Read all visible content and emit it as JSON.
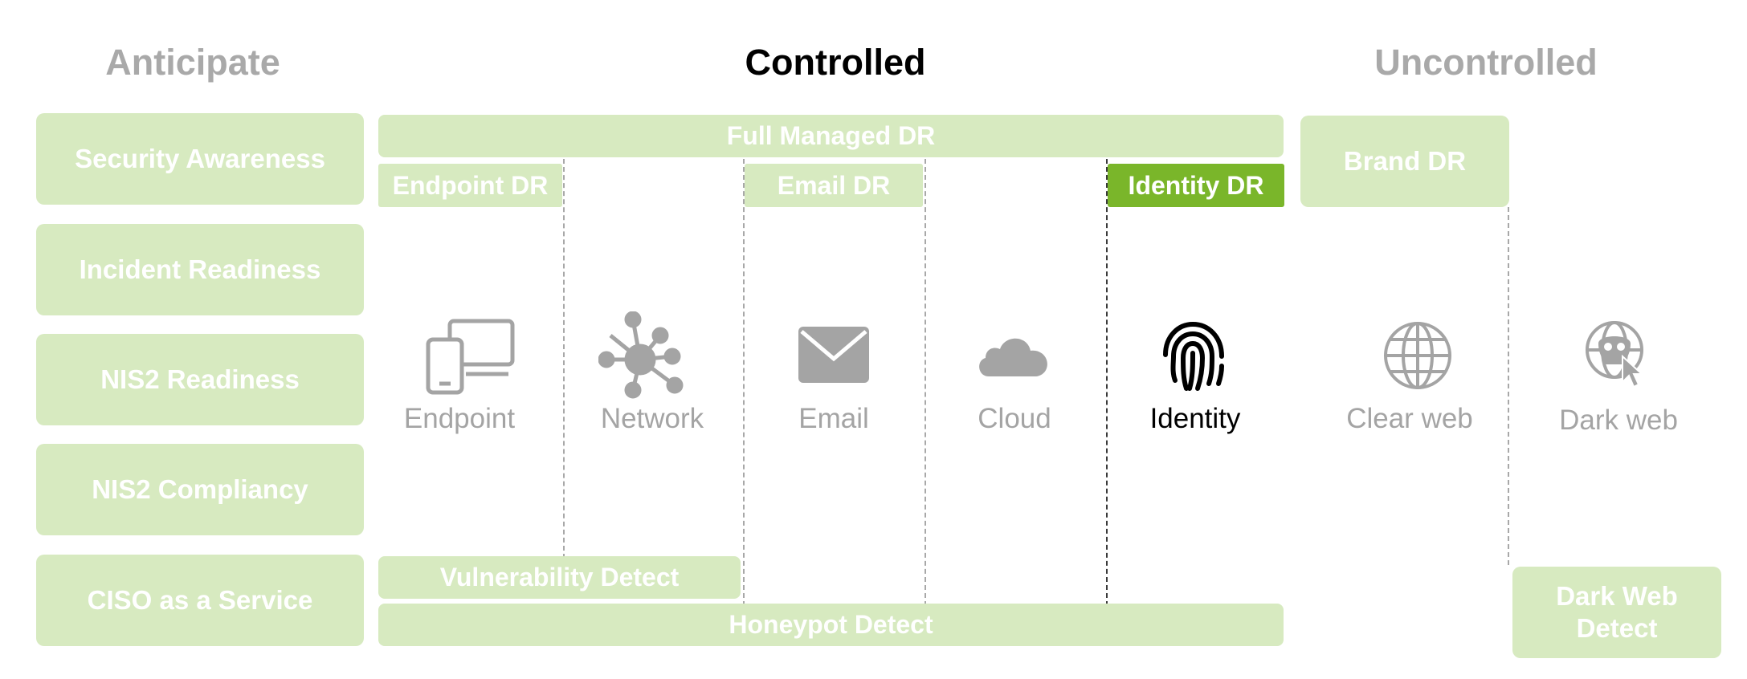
{
  "headers": {
    "anticipate": "Anticipate",
    "controlled": "Controlled",
    "uncontrolled": "Uncontrolled"
  },
  "anticipate_items": [
    "Security Awareness",
    "Incident Readiness",
    "NIS2 Readiness",
    "NIS2 Compliancy",
    "CISO as a Service"
  ],
  "controlled": {
    "full_managed": "Full Managed DR",
    "endpoint_dr": "Endpoint DR",
    "email_dr": "Email DR",
    "identity_dr": "Identity DR",
    "vulnerability": "Vulnerability Detect",
    "honeypot": "Honeypot Detect",
    "channels": [
      "Endpoint",
      "Network",
      "Email",
      "Cloud",
      "Identity"
    ]
  },
  "uncontrolled": {
    "brand_dr": "Brand DR",
    "dark_web_detect": "Dark Web Detect",
    "channels": [
      "Clear web",
      "Dark web"
    ]
  },
  "colors": {
    "box_green": "#d7eac0",
    "highlight_green": "#7ab62a",
    "muted_gray": "#a4a4a4",
    "header_gray": "#a9a9a9",
    "active_black": "#000000"
  },
  "icons": [
    "devices-icon",
    "network-icon",
    "envelope-icon",
    "cloud-icon",
    "fingerprint-icon",
    "globe-icon",
    "dark-web-globe-icon"
  ]
}
